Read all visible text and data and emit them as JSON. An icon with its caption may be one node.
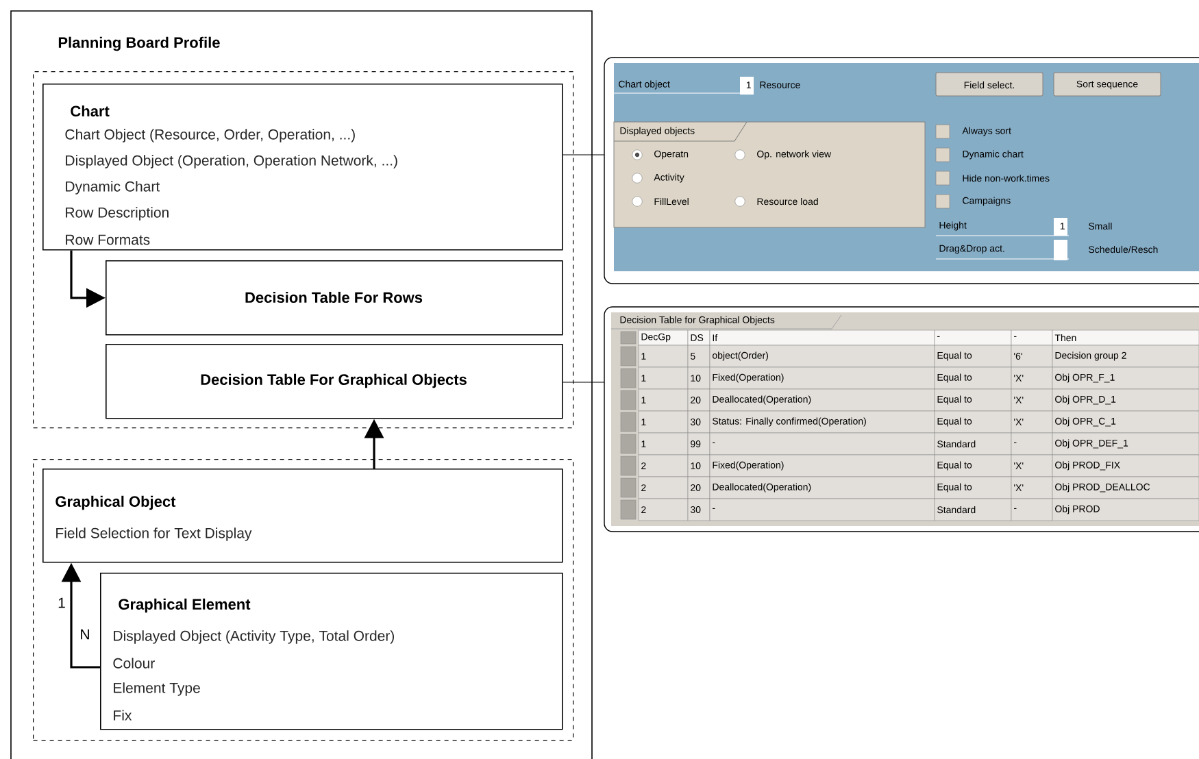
{
  "diagram": {
    "nodes": [
      {
        "text": [
          "Planning Board Profile"
        ]
      },
      {
        "text": [],
        "shape": "box",
        "in": 0
      },
      {
        "text": [
          "Chart",
          "Chart Object (Resource, Order, Operation, ...)",
          "Displayed Object (Operation, Operation Network, ...)",
          "Dynamic Chart",
          "Row Description",
          "Row Formats"
        ],
        "in": 1
      },
      {
        "text": [
          "Decision Table For Rows"
        ],
        "in": 1
      },
      {
        "text": [
          "Decision Table For Graphical Objects"
        ],
        "in": 1
      },
      {
        "text": [],
        "shape": "box",
        "in": 0
      },
      {
        "text": [
          "Graphical Object",
          "Field Selection for Text Display"
        ],
        "in": 5
      },
      {
        "text": [
          "Graphical Element",
          "Displayed Object (Activity Type, Total Order)",
          "Colour",
          "Element Type",
          "Fix"
        ],
        "in": 5
      },
      {
        "text": [
          "Chart object",
          "1",
          "Resource",
          "Field select.",
          "Sort sequence",
          "Displayed objects",
          "Operatn",
          "Op. network view",
          "Activity",
          "FillLevel",
          "Resource load",
          "Always sort",
          "Dynamic chart",
          "Hide non-work.times",
          "Campaigns",
          "Height",
          "1",
          "Small",
          "Drag&Drop act.",
          "Schedule/Resch"
        ]
      },
      {
        "text": [
          "Decision Table for Graphical Objects",
          "DecGp",
          "DS",
          "If",
          "-",
          "-",
          "Then",
          "1",
          "5",
          "object(Order)",
          "Equal to",
          "'6'",
          "Decision group 2",
          "1",
          "10",
          "Fixed(Operation)",
          "Equal to",
          "'X'",
          "Obj OPR_F_1",
          "1",
          "20",
          "Deallocated(Operation)",
          "Equal to",
          "'X'",
          "Obj OPR_D_1",
          "1",
          "30",
          "Status: Finally confirmed(Operation)",
          "Equal to",
          "'X'",
          "Obj OPR_C_1",
          "1",
          "99",
          "-",
          "Standard",
          "-",
          "Obj OPR_DEF_1",
          "2",
          "10",
          "Fixed(Operation)",
          "Equal to",
          "'X'",
          "Obj PROD_FIX",
          "2",
          "20",
          "Deallocated(Operation)",
          "Equal to",
          "'X'",
          "Obj PROD_DEALLOC",
          "2",
          "30",
          "-",
          "Standard",
          "-",
          "Obj PROD"
        ]
      }
    ],
    "edges": [
      {
        "from": 2,
        "to": 3,
        "arrow": "to"
      },
      {
        "from": 6,
        "to": 4,
        "arrow": "to"
      },
      {
        "from": 7,
        "to": 6,
        "arrow": "to"
      },
      {
        "from": 2,
        "to": 8,
        "arrow": "none"
      },
      {
        "from": 4,
        "to": 9,
        "arrow": "none"
      }
    ],
    "labels": [
      "1",
      "N"
    ]
  }
}
